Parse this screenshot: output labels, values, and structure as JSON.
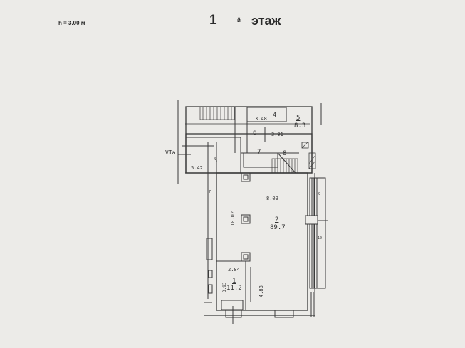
{
  "header": {
    "ceiling_height": "h = 3.00 м",
    "floor_number": "1",
    "floor_suffix": "й",
    "floor_word": "этаж"
  },
  "plan": {
    "axis_label": "VIa",
    "rooms": [
      {
        "id": "1",
        "number": "1",
        "area": "11.2",
        "dims": [
          "2.84",
          "3.93",
          "4.88"
        ]
      },
      {
        "id": "2",
        "number": "2",
        "area": "89.7",
        "dims": [
          "8.09",
          "10.02"
        ]
      },
      {
        "id": "3",
        "number": "3",
        "dim": "5.42"
      },
      {
        "id": "4",
        "number": "4",
        "dim": "3.48"
      },
      {
        "id": "5",
        "number": "5",
        "area": "8.3"
      },
      {
        "id": "6",
        "number": "6",
        "dim": "3.91"
      },
      {
        "id": "7",
        "number": "7"
      },
      {
        "id": "8",
        "number": "8"
      },
      {
        "id": "9",
        "number": "9"
      },
      {
        "id": "10",
        "number": "10"
      }
    ],
    "side_mark": "7"
  },
  "colors": {
    "background": "#ecebe8",
    "line": "#3a3a3a"
  }
}
